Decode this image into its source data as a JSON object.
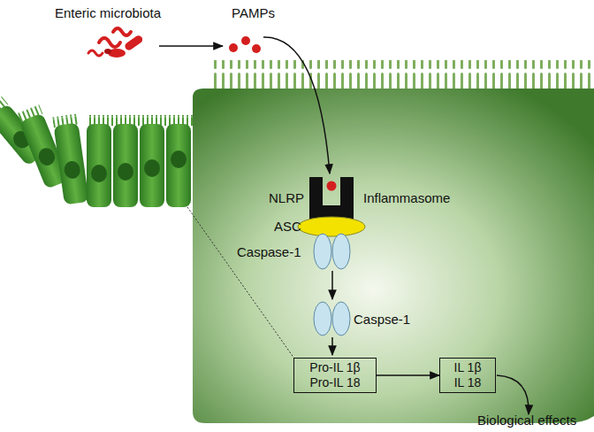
{
  "diagram": {
    "nodes": [
      {
        "text": [
          "Pro-IL 1β",
          "Pro-IL 18"
        ]
      },
      {
        "text": [
          "IL 1β",
          "IL 18"
        ]
      }
    ],
    "edges": [
      {
        "from": 0,
        "to": 1,
        "arrow": "to"
      }
    ],
    "labels": [
      "Enteric microbiota",
      "PAMPs",
      "NLRP",
      "Inflammasome",
      "ASC",
      "Caspase-1",
      "Caspse-1",
      "Biological effects"
    ]
  }
}
